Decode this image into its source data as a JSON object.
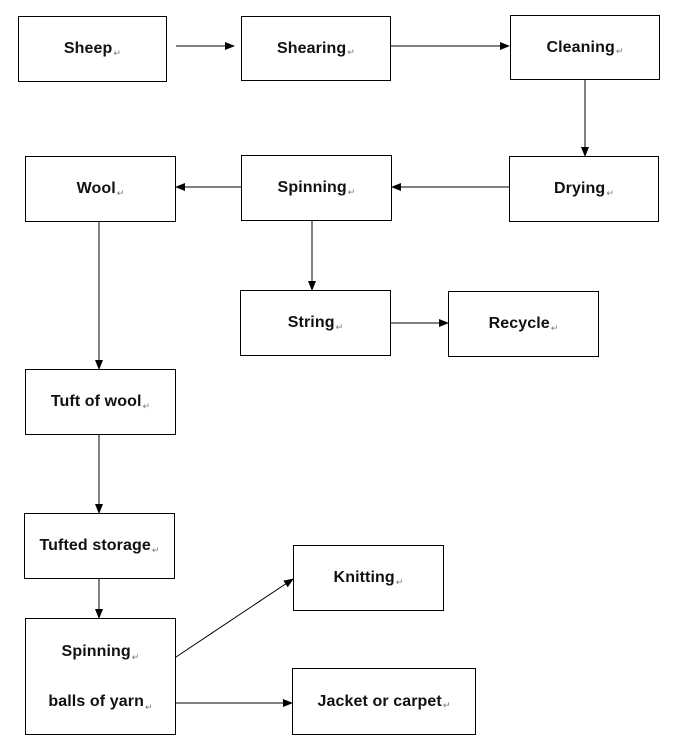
{
  "paragraph_mark": "↵",
  "nodes": {
    "sheep": "Sheep",
    "shearing": "Shearing",
    "cleaning": "Cleaning",
    "wool": "Wool",
    "spinning": "Spinning",
    "drying": "Drying",
    "string": "String",
    "recycle": "Recycle",
    "tuft_of_wool": "Tuft of wool",
    "tufted_storage": "Tufted storage",
    "knitting": "Knitting",
    "spinning_balls_line1": "Spinning",
    "spinning_balls_line2": "balls of yarn",
    "jacket_or_carpet": "Jacket or carpet"
  },
  "colors": {
    "stroke": "#000000",
    "text": "#111111",
    "paragraph_mark": "#777777"
  }
}
